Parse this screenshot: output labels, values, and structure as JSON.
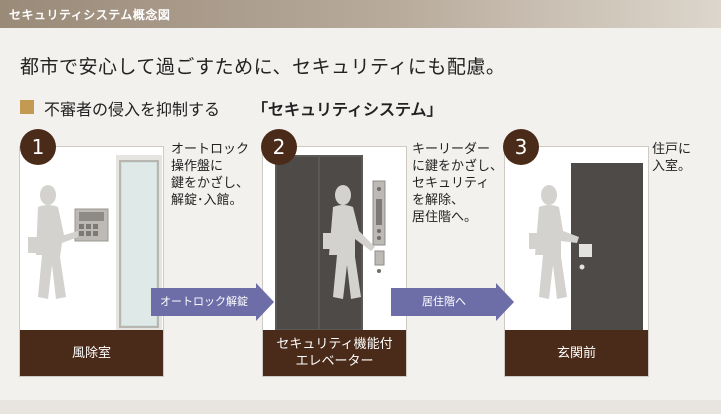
{
  "header": {
    "title": "セキュリティシステム概念図"
  },
  "headline": "都市で安心して過ごすために、セキュリティにも配慮。",
  "subhead": {
    "lead": "不審者の侵入を抑制する",
    "highlight": "「セキュリティシステム」"
  },
  "steps": [
    {
      "number": "1",
      "label": "風除室",
      "note": [
        "オートロック",
        "操作盤に",
        "鍵をかざし、",
        "解錠･入館。"
      ]
    },
    {
      "number": "2",
      "label": [
        "セキュリティ機能付",
        "エレベーター"
      ],
      "note": [
        "キーリーダー",
        "に鍵をかざし、",
        "セキュリティ",
        "を解除、",
        "居住階へ。"
      ]
    },
    {
      "number": "3",
      "label": "玄関前",
      "note": [
        "住戸に",
        "入室。"
      ]
    }
  ],
  "arrows": [
    {
      "label": "オートロック解錠"
    },
    {
      "label": "居住階へ"
    }
  ],
  "colors": {
    "badge": "#4a2a18",
    "arrow": "#6d6ea8",
    "square": "#c29a52",
    "silhouette": "#d4d2cf",
    "door": "#4d4a47"
  },
  "icons": [
    "person-silhouette-icon",
    "intercom-panel-icon",
    "glass-door-icon",
    "elevator-door-icon",
    "elevator-keypad-icon",
    "apartment-door-icon",
    "key-reader-icon"
  ]
}
